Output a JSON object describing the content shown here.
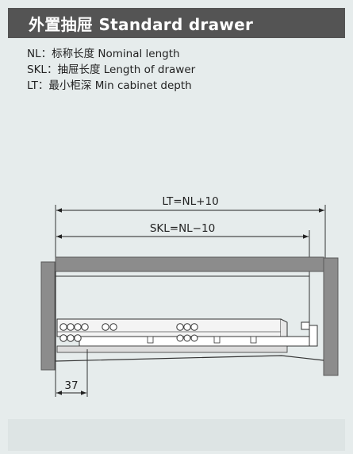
{
  "header": {
    "title": "外置抽屉  Standard drawer"
  },
  "legend": {
    "nl": "NL：标称长度  Nominal length",
    "skl": "SKL：抽屉长度 Length of drawer",
    "lt": "LT：最小柜深  Min cabinet depth"
  },
  "dimensions": {
    "lt": "LT=NL+10",
    "skl": "SKL=NL−10",
    "offset": "37"
  },
  "colors": {
    "header_bg": "#545454",
    "background": "#e6ecec",
    "panel_gray": "#8c8c8c"
  }
}
